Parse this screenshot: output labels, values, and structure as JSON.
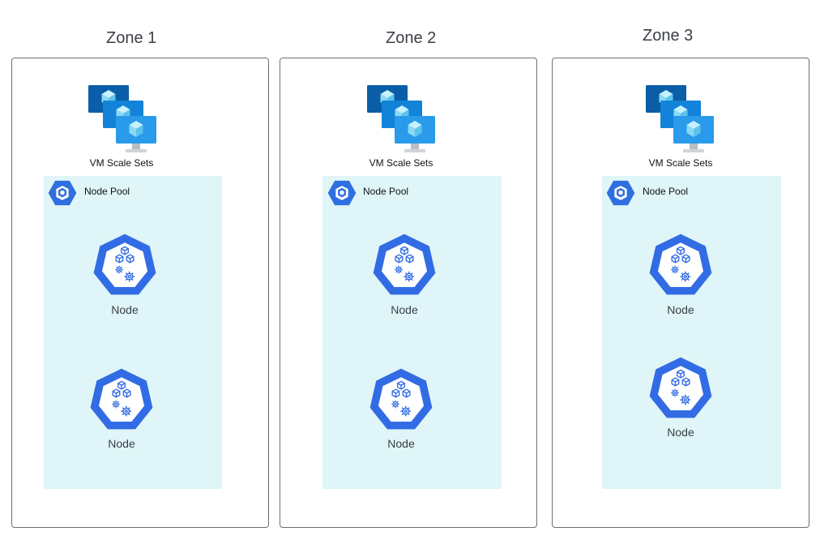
{
  "zones": [
    {
      "title": "Zone 1",
      "vmss_label": "VM Scale Sets",
      "pool_label": "Node Pool",
      "nodes": [
        {
          "label": "Node"
        },
        {
          "label": "Node"
        }
      ]
    },
    {
      "title": "Zone 2",
      "vmss_label": "VM Scale Sets",
      "pool_label": "Node Pool",
      "nodes": [
        {
          "label": "Node"
        },
        {
          "label": "Node"
        }
      ]
    },
    {
      "title": "Zone 3",
      "vmss_label": "VM Scale Sets",
      "pool_label": "Node Pool",
      "nodes": [
        {
          "label": "Node"
        },
        {
          "label": "Node"
        }
      ]
    }
  ],
  "colors": {
    "node_blue": "#326ce5",
    "pool_background": "#dff5f8",
    "monitor_dark": "#0a5ea8",
    "monitor_mid": "#1283d8",
    "monitor_light": "#2a9bea",
    "cube": "#8ad9f5",
    "border": "#6b6f75"
  },
  "icons": {
    "vmss": "vm-scale-sets-icon",
    "pool": "node-pool-icon",
    "node": "kubernetes-node-icon"
  }
}
